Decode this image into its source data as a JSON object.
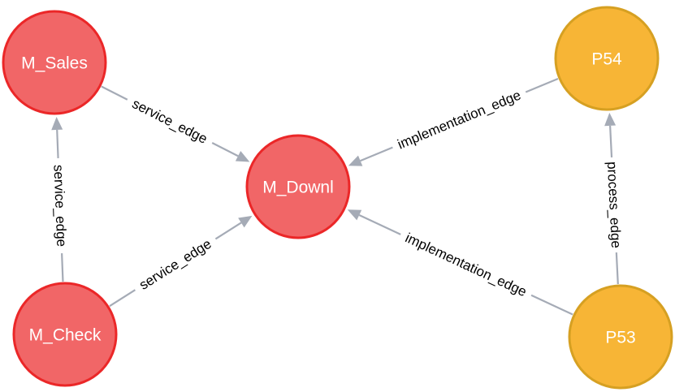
{
  "nodes": [
    {
      "id": "m_sales",
      "label": "M_Sales",
      "fill": "#f16667",
      "stroke": "#eb2728",
      "text_color": "#ffffff"
    },
    {
      "id": "m_downl",
      "label": "M_Downl",
      "fill": "#f16667",
      "stroke": "#eb2728",
      "text_color": "#ffffff"
    },
    {
      "id": "m_check",
      "label": "M_Check",
      "fill": "#f16667",
      "stroke": "#eb2728",
      "text_color": "#ffffff"
    },
    {
      "id": "p54",
      "label": "P54",
      "fill": "#f7b536",
      "stroke": "#d6a022",
      "text_color": "#000000"
    },
    {
      "id": "p53",
      "label": "P53",
      "fill": "#f7b536",
      "stroke": "#d6a022",
      "text_color": "#000000"
    }
  ],
  "edges": [
    {
      "id": "sales_to_downl",
      "source": "m_sales",
      "target": "m_downl",
      "label": "service_edge"
    },
    {
      "id": "check_to_sales",
      "source": "m_check",
      "target": "m_sales",
      "label": "service_edge"
    },
    {
      "id": "check_to_downl",
      "source": "m_check",
      "target": "m_downl",
      "label": "service_edge"
    },
    {
      "id": "p54_to_downl",
      "source": "p54",
      "target": "m_downl",
      "label": "implementation_edge"
    },
    {
      "id": "p53_to_downl",
      "source": "p53",
      "target": "m_downl",
      "label": "implementation_edge"
    },
    {
      "id": "p53_to_p54",
      "source": "p53",
      "target": "p54",
      "label": "process_edge"
    }
  ],
  "colors": {
    "edge": "#a5abb6",
    "background": "#ffffff"
  }
}
